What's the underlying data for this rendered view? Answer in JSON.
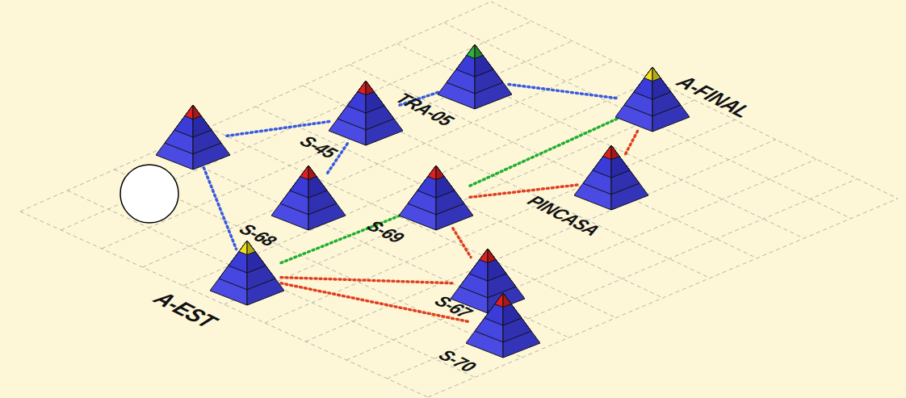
{
  "diagram": {
    "nodes": [
      {
        "text": []
      },
      {
        "text": [
          "S-45"
        ]
      },
      {
        "text": [
          "TRA-05"
        ]
      },
      {
        "text": [
          "A-FINAL"
        ]
      },
      {
        "text": [
          "S-68"
        ]
      },
      {
        "text": [
          "S-69"
        ]
      },
      {
        "text": [
          "PINCASA"
        ]
      },
      {
        "text": [
          "A-EST"
        ]
      },
      {
        "text": [
          "S-67"
        ]
      },
      {
        "text": [
          "S-70"
        ]
      }
    ],
    "edges": [
      {
        "from": 0,
        "to": 1,
        "arrow": "none"
      },
      {
        "from": 1,
        "to": 2,
        "arrow": "none"
      },
      {
        "from": 2,
        "to": 3,
        "arrow": "none"
      },
      {
        "from": 0,
        "to": 7,
        "arrow": "none"
      },
      {
        "from": 1,
        "to": 4,
        "arrow": "none"
      },
      {
        "from": 7,
        "to": 5,
        "arrow": "none"
      },
      {
        "from": 5,
        "to": 3,
        "arrow": "none"
      },
      {
        "from": 5,
        "to": 6,
        "arrow": "none"
      },
      {
        "from": 6,
        "to": 3,
        "arrow": "none"
      },
      {
        "from": 5,
        "to": 8,
        "arrow": "none"
      },
      {
        "from": 7,
        "to": 8,
        "arrow": "none"
      },
      {
        "from": 7,
        "to": 9,
        "arrow": "none"
      },
      {
        "from": 8,
        "to": 9,
        "arrow": "none"
      }
    ]
  }
}
